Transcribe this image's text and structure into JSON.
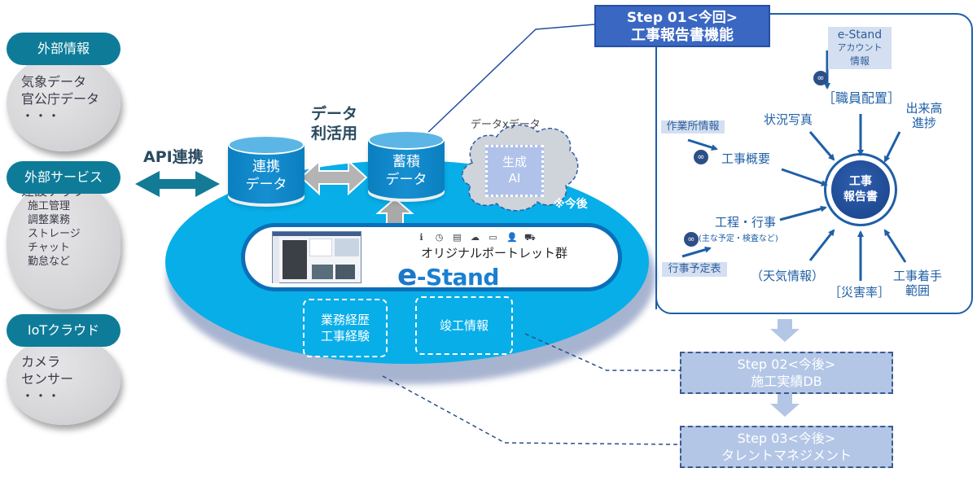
{
  "sources": [
    {
      "title": "外部情報",
      "lines": [
        "気象データ",
        "官公庁データ",
        "・・・"
      ]
    },
    {
      "title": "外部サービス",
      "lines": [
        "建設テック"
      ],
      "sublines": [
        "施工管理",
        "調整業務",
        "ストレージ",
        "チャット",
        "勤怠など"
      ]
    },
    {
      "title": "IoTクラウド",
      "lines": [
        "カメラ",
        "センサー",
        "・・・"
      ]
    }
  ],
  "api_label": "API連携",
  "katsuyo_label": [
    "データ",
    "利活用"
  ],
  "cylinders": {
    "renkei": [
      "連携",
      "データ"
    ],
    "chikuseki": [
      "蓄積",
      "データ"
    ]
  },
  "data_x_data": "データxデータ",
  "ai_box": [
    "生成",
    "AI"
  ],
  "future_note": "※今後",
  "portal": {
    "icons": [
      "info-icon",
      "clock-icon",
      "document-icon",
      "weather-icon",
      "calendar-icon",
      "person-icon",
      "truck-icon"
    ],
    "icon_glyphs": [
      "ℹ",
      "◷",
      "▤",
      "☁",
      "▭",
      "👤",
      "⛟"
    ],
    "portlet_label": "オリジナルポートレット群",
    "logo_e": "e",
    "logo_text": "-Stand"
  },
  "inner_boxes": [
    {
      "lines": [
        "業務経歴",
        "工事経験"
      ]
    },
    {
      "lines": [
        "竣工情報"
      ]
    }
  ],
  "step01": {
    "line1": "Step 01<今回>",
    "line2": "工事報告書機能"
  },
  "report": {
    "hub": [
      "工事",
      "報告書"
    ],
    "account_tag": [
      "e-Stand",
      "アカウント",
      "情報"
    ],
    "site_tag": "作業所情報",
    "schedule_tag": "行事予定表",
    "inputs": {
      "staff": "［職員配置］",
      "photos": "状況写真",
      "progress": [
        "出来高",
        "進捗"
      ],
      "overview": "工事概要",
      "process": "工程・行事",
      "process_sub": "(主な予定・検査など)",
      "weather": "（天気情報）",
      "accident": "［災害率］",
      "scope": [
        "工事着手",
        "範囲"
      ]
    }
  },
  "future_steps": [
    {
      "line1": "Step 02<今後>",
      "line2": "施工実績DB"
    },
    {
      "line1": "Step 03<今後>",
      "line2": "タレントマネジメント"
    }
  ],
  "colors": {
    "teal_pill": "#0e7c99",
    "ellipse": "#08aee8",
    "step01": "#3a67c2",
    "frame": "#1f5fa6",
    "future_step": "#b3c6e6"
  }
}
